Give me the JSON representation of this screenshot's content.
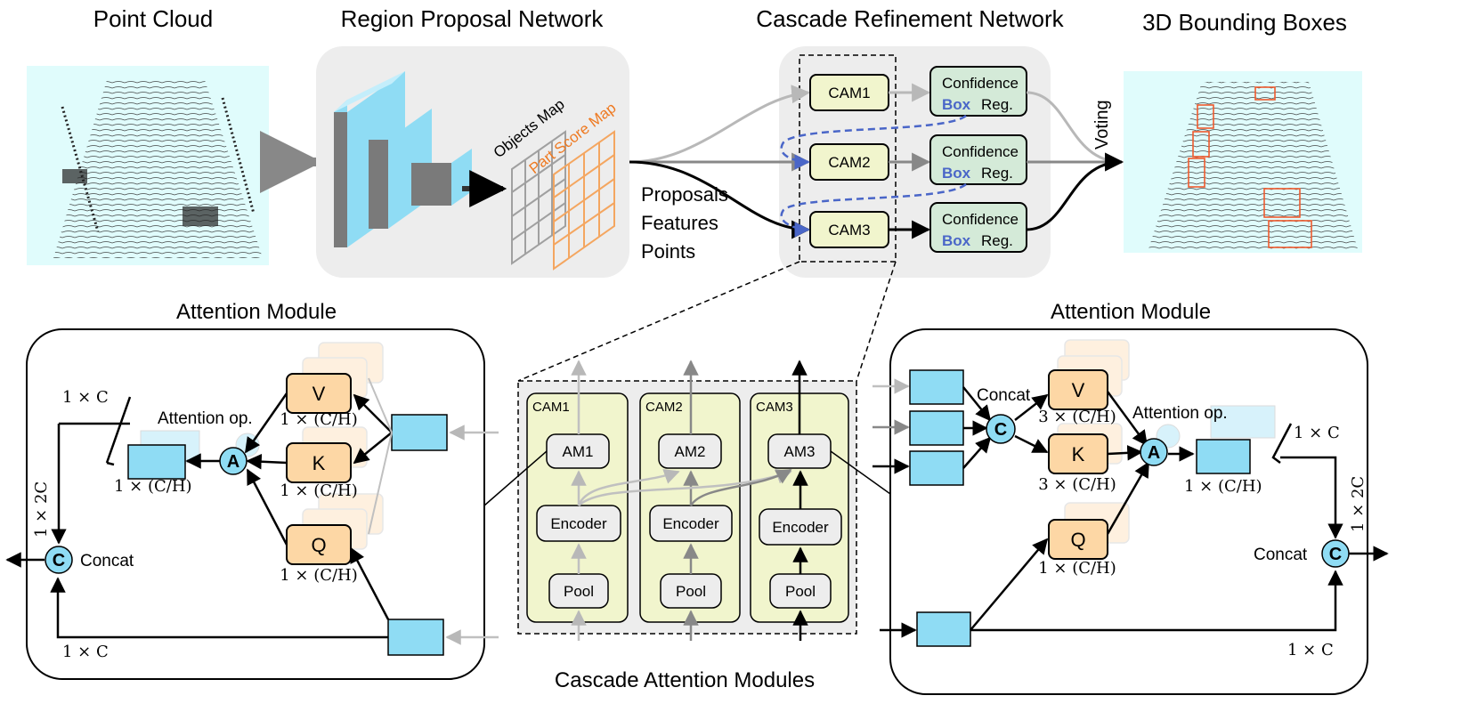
{
  "titles": {
    "point_cloud": "Point Cloud",
    "rpn": "Region Proposal Network",
    "crn": "Cascade Refinement Network",
    "boxes": "3D Bounding Boxes",
    "attn_left": "Attention Module",
    "attn_right": "Attention Module",
    "cascade": "Cascade Attention Modules"
  },
  "rpn": {
    "objects_map": "Objects Map",
    "part_score_map": "Part Score Map"
  },
  "proposals": {
    "l1": "Proposals",
    "l2": "Features",
    "l3": "Points"
  },
  "crn": {
    "cams": [
      "CAM1",
      "CAM2",
      "CAM3"
    ],
    "confidence": "Confidence",
    "box": "Box",
    "reg": "Reg.",
    "voting": "Voting"
  },
  "cascade": {
    "modules": [
      {
        "label": "CAM1",
        "am": "AM1",
        "encoder": "Encoder",
        "pool": "Pool"
      },
      {
        "label": "CAM2",
        "am": "AM2",
        "encoder": "Encoder",
        "pool": "Pool"
      },
      {
        "label": "CAM3",
        "am": "AM3",
        "encoder": "Encoder",
        "pool": "Pool"
      }
    ]
  },
  "attn": {
    "v": "V",
    "k": "K",
    "q": "Q",
    "a": "A",
    "c": "C",
    "concat": "Concat",
    "attention_op": "Attention op.",
    "dim_1C": "1 × C",
    "dim_1CH": "1 × (C/H)",
    "dim_3CH": "3 × (C/H)",
    "dim_12C": "1 × 2C"
  },
  "colors": {
    "cyan": "#8fdcf4",
    "cyan_bg": "#e0fcfc",
    "orange": "#fdd7a5",
    "yellow": "#f1f5cd",
    "green": "#d4ead8",
    "panel": "#ededed",
    "dash_blue": "#4a66c8",
    "red_box": "#ee5a2e"
  }
}
